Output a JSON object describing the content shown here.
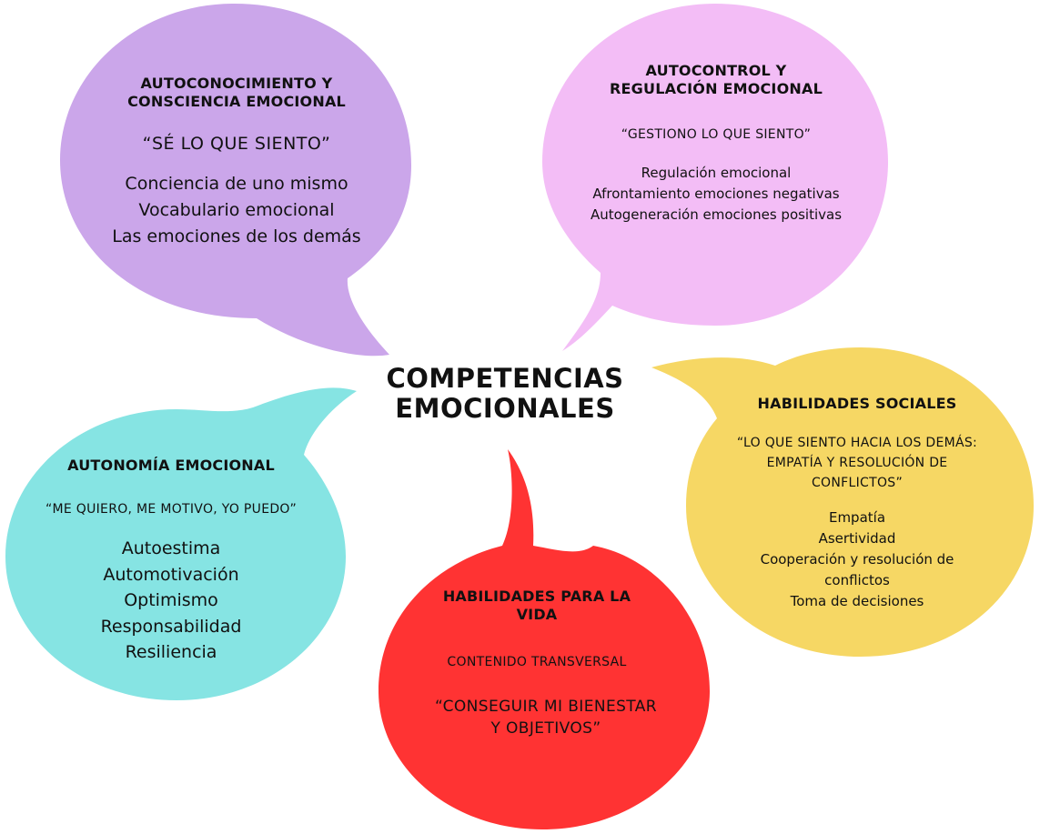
{
  "diagram": {
    "center": {
      "line1": "COMPETENCIAS",
      "line2": "EMOCIONALES"
    },
    "bubbles": [
      {
        "id": "autoconocimiento",
        "color": "#CBA6EA",
        "title": [
          "AUTOCONOCIMIENTO Y",
          "CONSCIENCIA EMOCIONAL"
        ],
        "quote": [
          "“SÉ LO QUE SIENTO”"
        ],
        "items": [
          "Conciencia de uno mismo",
          "Vocabulario emocional",
          "Las emociones de los demás"
        ]
      },
      {
        "id": "autocontrol",
        "color": "#F3BDF6",
        "title": [
          "AUTOCONTROL Y",
          "REGULACIÓN EMOCIONAL"
        ],
        "quote": [
          "“GESTIONO LO QUE SIENTO”"
        ],
        "items": [
          "Regulación emocional",
          "Afrontamiento emociones negativas",
          "Autogeneración emociones positivas"
        ]
      },
      {
        "id": "habilidades-sociales",
        "color": "#F6D764",
        "title": [
          "HABILIDADES SOCIALES"
        ],
        "quote": [
          "“LO QUE SIENTO HACIA LOS DEMÁS:",
          "EMPATÍA Y RESOLUCIÓN DE",
          "CONFLICTOS”"
        ],
        "items": [
          "Empatía",
          "Asertividad",
          "Cooperación y resolución de",
          "conflictos",
          "Toma de decisiones"
        ]
      },
      {
        "id": "autonomia",
        "color": "#86E4E3",
        "title": [
          "AUTONOMÍA EMOCIONAL"
        ],
        "quote": [
          "“ME QUIERO, ME MOTIVO, YO PUEDO”"
        ],
        "items": [
          "Autoestima",
          "Automotivación",
          "Optimismo",
          "Responsabilidad",
          "Resiliencia"
        ]
      },
      {
        "id": "habilidades-vida",
        "color": "#FF3333",
        "title": [
          "HABILIDADES PARA LA",
          "VIDA"
        ],
        "quote": [
          "CONTENIDO TRANSVERSAL"
        ],
        "items": [
          "“CONSEGUIR MI BIENESTAR",
          "Y OBJETIVOS”"
        ]
      }
    ]
  }
}
